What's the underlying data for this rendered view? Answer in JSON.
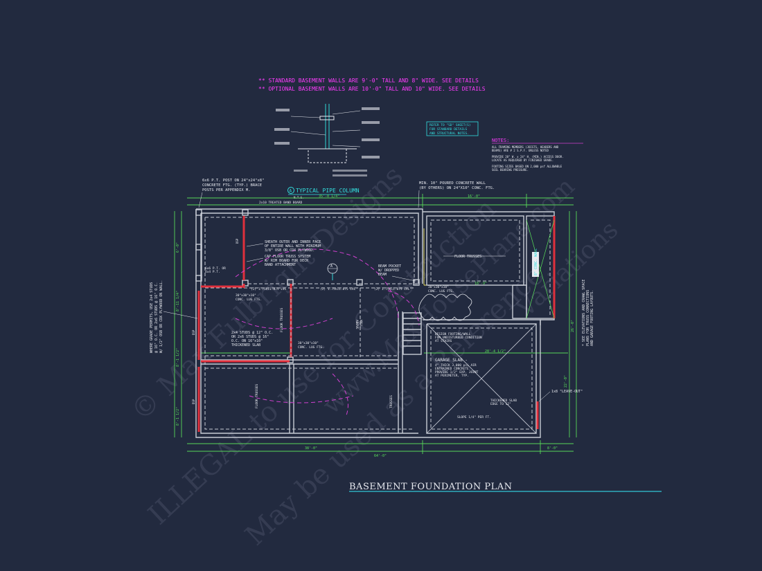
{
  "notes_top": {
    "line1": "** STANDARD BASEMENT WALLS ARE 9'-0\" TALL AND 8\" WIDE. SEE DETAILS",
    "line2": "** OPTIONAL BASEMENT WALLS ARE 10'-0\" TALL AND 10\" WIDE. SEE DETAILS"
  },
  "refer_box": [
    "REFER TO \"SD\" SHEET(S)",
    "FOR STANDARD DETAILS",
    "AND STRUCTURAL NOTES."
  ],
  "notes_box": {
    "title": "NOTES:",
    "lines": [
      "ALL FRAMING MEMBERS (JOISTS, HEADERS AND",
      "BEAMS) ARE # 2 S.P.F. UNLESS NOTED",
      "PROVIDE 20\" W. x 24\" H. (MIN.) ACCESS DOOR.",
      "LOCATE AS REQUIRED BY FINISHED GRADE.",
      "FOOTING SIZES BASED ON 2,000 psf ALLOWABLE",
      "SOIL BEARING PRESSURE."
    ]
  },
  "pipe_column": {
    "tag": "A",
    "title": "TYPICAL PIPE COLUMN",
    "scale": "N.T.S."
  },
  "callouts": {
    "post": [
      "6x6 P.T. POST ON 24\"x24\"x8\"",
      "CONCRETE FTG. (TYP.) BRACE",
      "POSTS PER APPENDIX M."
    ],
    "band": "2x10 TREATED BAND BOARD",
    "poured_wall": [
      "MIN. 10\" POURED CONCRETE WALL",
      "(BY OTHERS) ON 24\"X10\" CONC. FTG."
    ],
    "sheath": [
      "SHEATH OUTER AND INNER FACE",
      "OF ENTIRE WALL WITH MINIMUM",
      "3/8\" OSB OR CDX PLYWOOD."
    ],
    "cap": [
      "CAP FLOOR TRUSS SYSTEM",
      "W/ RIM BOARD FOR DECK",
      "BAND ATTACHMENT"
    ],
    "beam_pocket": [
      "BEAM POCKET",
      "W/ DROPPED",
      "BEAM"
    ],
    "post_small": [
      "6x6 P.T. OR",
      "4x4 P.T."
    ],
    "lvl1": "(2) 1.75x11.875 LVL",
    "lvl2": "(2) 1.75x11.875 LVL",
    "lvl3": "(2) 1.75x11.875 LVL",
    "ftg1": [
      "30\"x30\"x10\"",
      "CONC. LUG FTG."
    ],
    "ftg2": [
      "30\"x30\"x10\"",
      "CONC. LUG FTG."
    ],
    "ftg3": [
      "30\"x30\"x10\"",
      "CONC. LUG FTG."
    ],
    "studs": [
      "2x4 STUDS @ 12\" O.C.",
      "OR 2x6 STUDS @ 16\"",
      "O.C. ON 16\"x10\"",
      "THICKENED SLAB"
    ],
    "wall_above": [
      "WALL",
      "ABOVE"
    ],
    "design_footing": [
      "DESIGN FOOTING/WALL",
      "FOR UNDISTURBED CONDITION",
      "AT STAIRS"
    ],
    "garage_slab": [
      "GARAGE SLAB -",
      "4\" THICK 3,000 psi AIR",
      "ENTRAINED CONCRETE.",
      "PROVIDE 1/2\" EXP. JOINT",
      "AT PERIMETER, TYP."
    ],
    "slope": "SLOPE 1/4\" PER FT.",
    "thickened": [
      "THICKENED SLAB",
      "EDGE TO 12\""
    ],
    "leave_out": "1x8 \"LEAVE-OUT\"",
    "see_elev": [
      "* SEE ELEVATIONS AND CRAWL SPACE",
      "PLANS FOR TRUSS CONNECTIONS",
      "AND GARAGE FOOTING LAYOUTS."
    ],
    "where_grade": [
      "WHERE GRADE PERMITS, USE 2x4 STUDS",
      "@ 16\" O.C. OR 2x6 STUDS @ 16\" O.C.",
      "W/ 1/2\" OSB OR CDX PLYWOOD ON WALL."
    ],
    "floor_trusses_top": "FLOOR TRUSSES",
    "floor_trusses_mid": "FLOOR TRUSSES",
    "floor_trusses_low": "FLOOR TRUSSES",
    "trusses": "TRUSSES",
    "depth": "8\" CONC. WALL",
    "dsp": "DSP"
  },
  "dims": {
    "top_overall": "35'-0 1/4\"",
    "top_right": "16'-0\"",
    "bottom_left": "38'-0\"",
    "bottom_overall": "64'-0\"",
    "bottom_right": "8'-0\"",
    "left_a": "6'-0\"",
    "left_b": "8'-11 1/4\"",
    "left_c": "8'-1 1/2\"",
    "left_d": "8'-1 1/2\"",
    "mid_a": "18'-9\"",
    "mid_b": "28'-4 1/2\"",
    "right_a": "26'-0\"",
    "right_b": "22'-0\""
  },
  "plan_title": "BASEMENT FOUNDATION PLAN",
  "watermark": {
    "line1": "© Max Fulbright Designs",
    "line2": "ILLEGAL to use for Construction",
    "line3": "May be used as a Reference",
    "line4": "www.MaxHousePlans.com",
    "line5": "Variations"
  }
}
